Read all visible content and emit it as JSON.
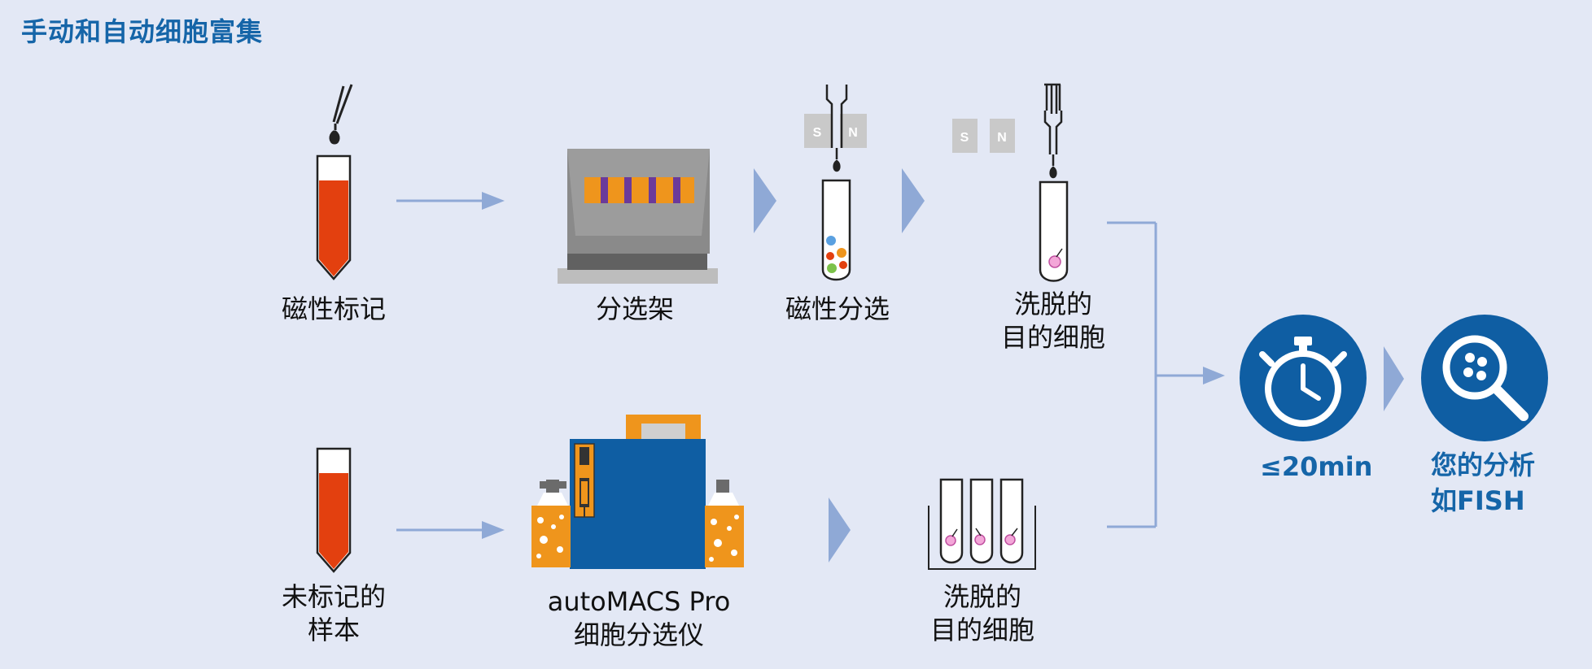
{
  "title": "手动和自动细胞富集",
  "steps": {
    "magnetic_labeling": "磁性标记",
    "separator_rack": "分选架",
    "magnetic_separation": "磁性分选",
    "eluted_cells_line1": "洗脱的",
    "eluted_cells_line2": "目的细胞",
    "unlabeled_sample_line1": "未标记的",
    "unlabeled_sample_line2": "样本",
    "automacs_line1": "autoMACS Pro",
    "automacs_line2": "细胞分选仪",
    "eluted_cells2_line1": "洗脱的",
    "eluted_cells2_line2": "目的细胞",
    "time": "≤20min",
    "analysis_line1": "您的分析",
    "analysis_line2": "如FISH"
  },
  "magnet_labels": {
    "south": "S",
    "north": "N"
  },
  "colors": {
    "brand_blue": "#1565a8",
    "arrow_blue": "#8fa9d6",
    "tube_red": "#e3400f",
    "orange": "#ef951c",
    "purple": "#6b3a9a",
    "gray_dark": "#616161",
    "gray_light": "#c9c9c9"
  },
  "icons": [
    "pipette-icon",
    "stopwatch-icon",
    "magnifier-cells-icon",
    "magnet-icon",
    "column-icon"
  ]
}
